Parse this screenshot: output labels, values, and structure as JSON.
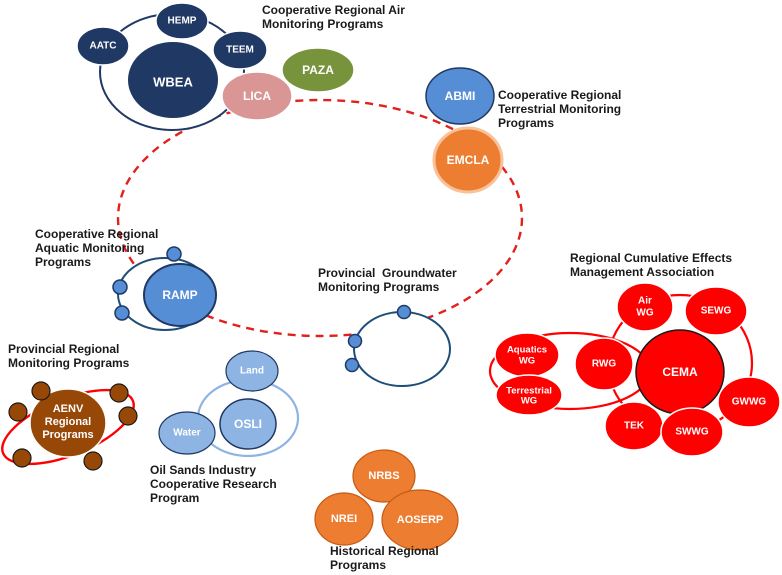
{
  "groups": {
    "air": {
      "label_line1": "Cooperative Regional Air",
      "label_line2": "Monitoring Programs"
    },
    "terrestrial": {
      "label_line1": "Cooperative Regional",
      "label_line2": "Terrestrial Monitoring",
      "label_line3": "Programs"
    },
    "aquatic": {
      "label_line1": "Cooperative Regional",
      "label_line2": "Aquatic Monitoring",
      "label_line3": "Programs"
    },
    "groundwater": {
      "label_line1": "Provincial  Groundwater",
      "label_line2": "Monitoring Programs"
    },
    "cema": {
      "label_line1": "Regional Cumulative Effects",
      "label_line2": "Management Association"
    },
    "provincial": {
      "label_line1": "Provincial Regional",
      "label_line2": "Monitoring Programs"
    },
    "oils": {
      "label_line1": "Oil Sands Industry",
      "label_line2": "Cooperative Research",
      "label_line3": "Program"
    },
    "historical": {
      "label_line1": "Historical Regional",
      "label_line2": "Programs"
    }
  },
  "nodes": {
    "aatc": "AATC",
    "hemp": "HEMP",
    "teem": "TEEM",
    "wbea": "WBEA",
    "paza": "PAZA",
    "lica": "LICA",
    "abmi": "ABMI",
    "emcla": "EMCLA",
    "ramp": "RAMP",
    "aenv_line1": "AENV",
    "aenv_line2": "Regional",
    "aenv_line3": "Programs",
    "land": "Land",
    "water": "Water",
    "osli": "OSLI",
    "nrbs": "NRBS",
    "nrei": "NREI",
    "aoserp": "AOSERP",
    "air_wg_line1": "Air",
    "air_wg_line2": "WG",
    "sewg": "SEWG",
    "aquatics_wg_line1": "Aquatics",
    "aquatics_wg_line2": "WG",
    "rwg": "RWG",
    "cema": "CEMA",
    "terrestrial_wg_line1": "Terrestrial",
    "terrestrial_wg_line2": "WG",
    "gwwg": "GWWG",
    "tek": "TEK",
    "swwg": "SWWG"
  },
  "colors": {
    "navy": "#1f3864",
    "green": "#77933c",
    "pink": "#d99694",
    "blue": "#558ed5",
    "orange": "#ed7d31",
    "light_blue": "#8eb4e3",
    "brown": "#974706",
    "red": "#ff0000",
    "dash": "#e2201c"
  }
}
